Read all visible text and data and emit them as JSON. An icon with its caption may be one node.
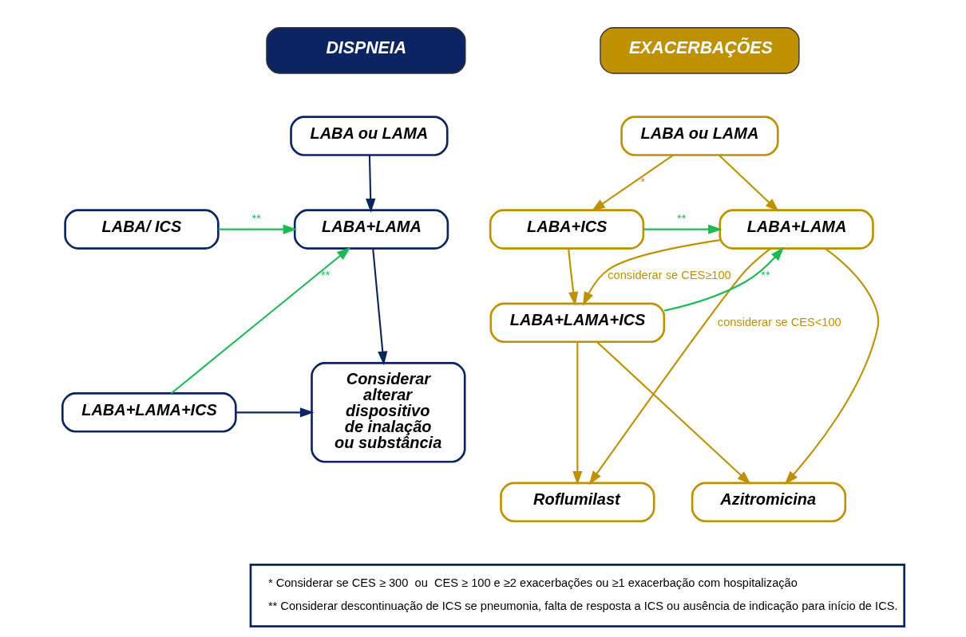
{
  "diagram": {
    "nodes": [
      {
        "text": [
          "DISPNEIA"
        ]
      },
      {
        "text": [
          "LABA ou LAMA"
        ]
      },
      {
        "text": [
          "LABA+LAMA"
        ]
      },
      {
        "text": [
          "LABA/ ICS"
        ]
      },
      {
        "text": [
          "Considerar alterar dispositivo de inalação ou substância"
        ]
      },
      {
        "text": [
          "LABA+LAMA+ICS"
        ]
      },
      {
        "text": [
          "EXACERBAÇÕES"
        ]
      },
      {
        "text": [
          "LABA ou LAMA"
        ]
      },
      {
        "text": [
          "LABA+LAMA"
        ]
      },
      {
        "text": [
          "LABA+ICS"
        ]
      },
      {
        "text": [
          "LABA+LAMA+ICS"
        ]
      },
      {
        "text": [
          "Roflumilast"
        ]
      },
      {
        "text": [
          "Azitromicina"
        ]
      },
      {
        "text": [
          "* Considerar se CES ≥ 300  ou  CES ≥ 100 e ≥2 exacerbações ou ≥1 exacerbação com hospitalização",
          "** Considerar descontinuação de ICS se pneumonia, falta de resposta a ICS ou ausência de indicação para início de ICS."
        ]
      }
    ],
    "edges": [
      {
        "from": 1,
        "to": 2,
        "arrow": "to",
        "color": "#0c2461"
      },
      {
        "from": 3,
        "to": 2,
        "arrow": "to",
        "label": "**",
        "color": "#1db954"
      },
      {
        "from": 5,
        "to": 2,
        "arrow": "to",
        "label": "**",
        "color": "#1db954"
      },
      {
        "from": 2,
        "to": 4,
        "arrow": "to",
        "color": "#0c2461"
      },
      {
        "from": 5,
        "to": 4,
        "arrow": "to",
        "color": "#0c2461"
      },
      {
        "from": 7,
        "to": 8,
        "arrow": "to"
      },
      {
        "from": 7,
        "to": 9,
        "arrow": "to",
        "label": "*"
      },
      {
        "from": 9,
        "to": 8,
        "arrow": "to",
        "label": "**",
        "color": "#1db954"
      },
      {
        "from": 10,
        "to": 8,
        "arrow": "to",
        "label": "**",
        "color": "#1db954"
      },
      {
        "from": 8,
        "to": 10,
        "arrow": "to",
        "label": "considerar se CES≥100"
      },
      {
        "from": 9,
        "to": 10,
        "arrow": "to"
      },
      {
        "from": 8,
        "to": 11,
        "arrow": "to",
        "label": "considerar se CES<100"
      },
      {
        "from": 8,
        "to": 12,
        "arrow": "to"
      },
      {
        "from": 10,
        "to": 11,
        "arrow": "to"
      },
      {
        "from": 10,
        "to": 12,
        "arrow": "to"
      }
    ]
  }
}
